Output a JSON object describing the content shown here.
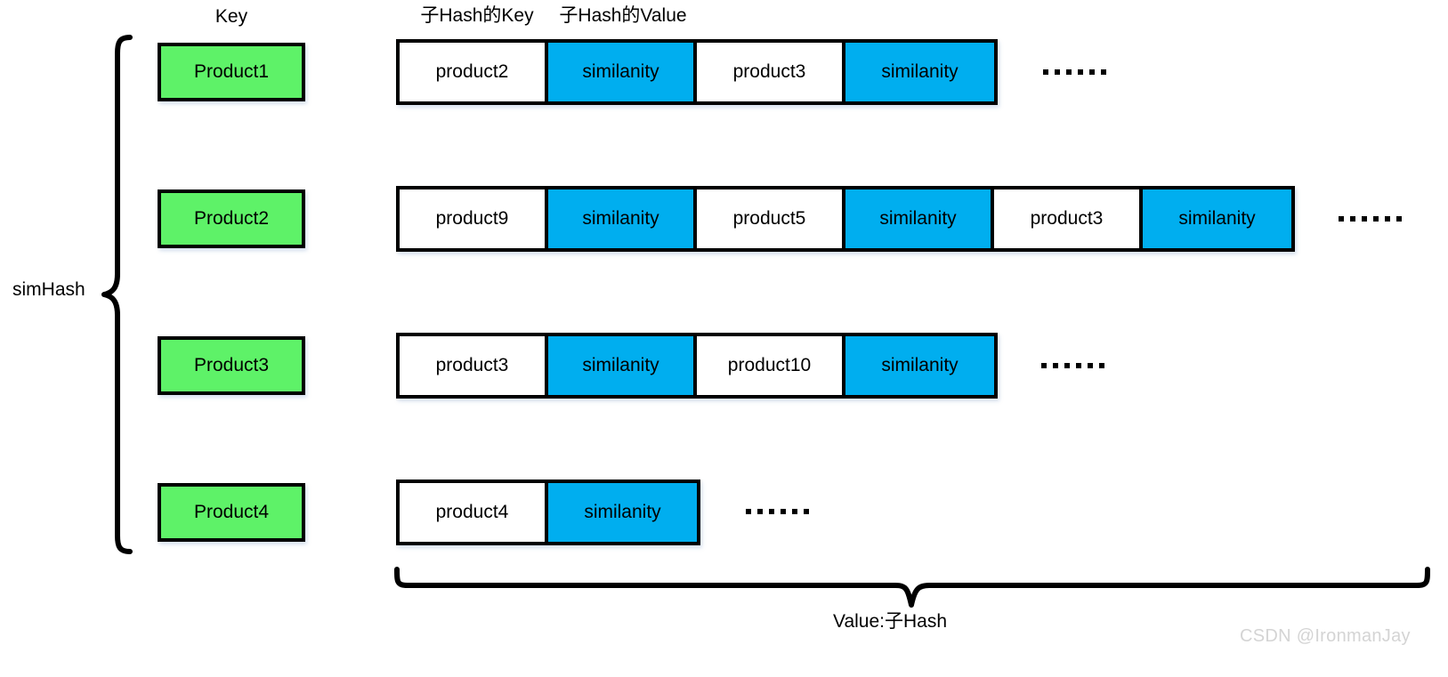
{
  "diagram": {
    "title_labels": {
      "key": "Key",
      "sub_hash_key": "子Hash的Key",
      "sub_hash_value": "子Hash的Value"
    },
    "left_brace_label": "simHash",
    "bottom_brace_label": "Value:子Hash",
    "ellipsis": "……",
    "colors": {
      "key_box": "#5EF268",
      "value_box": "#00AEEF",
      "neutral_box": "#FFFFFF",
      "border": "#000000"
    },
    "rows": [
      {
        "key": "Product1",
        "cells": [
          {
            "label": "product2",
            "kind": "white"
          },
          {
            "label": "similanity",
            "kind": "blue"
          },
          {
            "label": "product3",
            "kind": "white"
          },
          {
            "label": "similanity",
            "kind": "blue"
          }
        ]
      },
      {
        "key": "Product2",
        "cells": [
          {
            "label": "product9",
            "kind": "white"
          },
          {
            "label": "similanity",
            "kind": "blue"
          },
          {
            "label": "product5",
            "kind": "white"
          },
          {
            "label": "similanity",
            "kind": "blue"
          },
          {
            "label": "product3",
            "kind": "white"
          },
          {
            "label": "similanity",
            "kind": "blue"
          }
        ]
      },
      {
        "key": "Product3",
        "cells": [
          {
            "label": "product3",
            "kind": "white"
          },
          {
            "label": "similanity",
            "kind": "blue"
          },
          {
            "label": "product10",
            "kind": "white"
          },
          {
            "label": "similanity",
            "kind": "blue"
          }
        ]
      },
      {
        "key": "Product4",
        "cells": [
          {
            "label": "product4",
            "kind": "white"
          },
          {
            "label": "similanity",
            "kind": "blue"
          }
        ]
      }
    ]
  },
  "watermark": "CSDN @IronmanJay"
}
